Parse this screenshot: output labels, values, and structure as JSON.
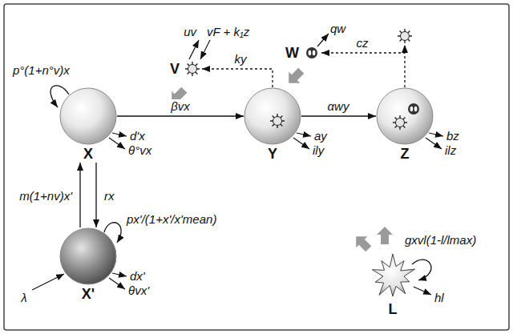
{
  "diagram": {
    "nodes": [
      {
        "text": [
          "V"
        ]
      },
      {
        "text": [
          "W"
        ]
      },
      {
        "text": [
          "X"
        ]
      },
      {
        "text": [
          "Y"
        ]
      },
      {
        "text": [
          "Z"
        ]
      },
      {
        "text": [
          "X'"
        ]
      },
      {
        "text": [
          "L"
        ]
      }
    ],
    "edges": [
      {
        "from": 2,
        "to": 3,
        "label": "βvx",
        "arrow": "to"
      },
      {
        "from": 3,
        "to": 4,
        "label": "αwy",
        "arrow": "to"
      },
      {
        "from": 2,
        "to": 5,
        "label": "rx",
        "arrow": "to"
      },
      {
        "from": 5,
        "to": 2,
        "label": "m(1+nv)x'",
        "arrow": "to"
      },
      {
        "from": 3,
        "to": 0,
        "label": "ky",
        "arrow": "to"
      },
      {
        "from": 4,
        "to": 1,
        "label": "cz",
        "arrow": "to"
      }
    ],
    "labels": [
      "p°(1+n°v)x",
      "d'x",
      "θ°vx",
      "uv",
      "vF + k₁z",
      "qw",
      "ay",
      "ily",
      "bz",
      "ilz",
      "px'/(1+x'/x'mean)",
      "λ",
      "dx'",
      "θvx'",
      "gxvl(1-l/lmax)",
      "hl"
    ]
  }
}
